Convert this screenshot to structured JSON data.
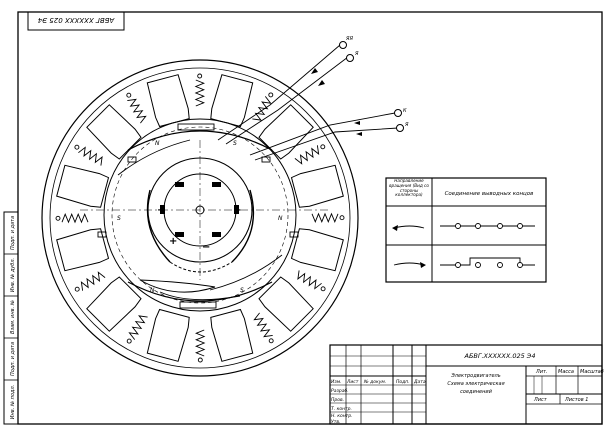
{
  "stamp_code": "АБВГ XXXXXX 025 Э4",
  "side_strip": [
    "Подп. и дата",
    "Инв. № дубл.",
    "Взам. инв. №",
    "Подп. и дата",
    "Инв. № подл."
  ],
  "title_block": {
    "designation": "АБВГ.XXXXXX.025 Э4",
    "name_line1": "Электродвигатель",
    "name_line2": "Схема электрическая",
    "name_line3": "соединений",
    "col_lit": "Лит.",
    "col_mass": "Масса",
    "col_scale": "Масштаб",
    "sheet": "Лист",
    "sheets": "Листов 1",
    "header_cols": [
      "Изм.",
      "Лист",
      "№ докум.",
      "Подп.",
      "Дата"
    ],
    "rows": [
      "Разраб.",
      "Пров.",
      "Т. контр.",
      "",
      "Н. контр.",
      "Утв."
    ]
  },
  "table": {
    "col1": "Направление вращения (Вид со стороны коллектора)",
    "col2": "Соединение выводных концов"
  },
  "terminals": {
    "start": "Я",
    "end": "ЯЯ",
    "w_start": "Я",
    "w_end": "К"
  },
  "poles": {
    "north": "N",
    "south": "S"
  },
  "brush_signs": {
    "plus": "+",
    "minus": "−"
  }
}
